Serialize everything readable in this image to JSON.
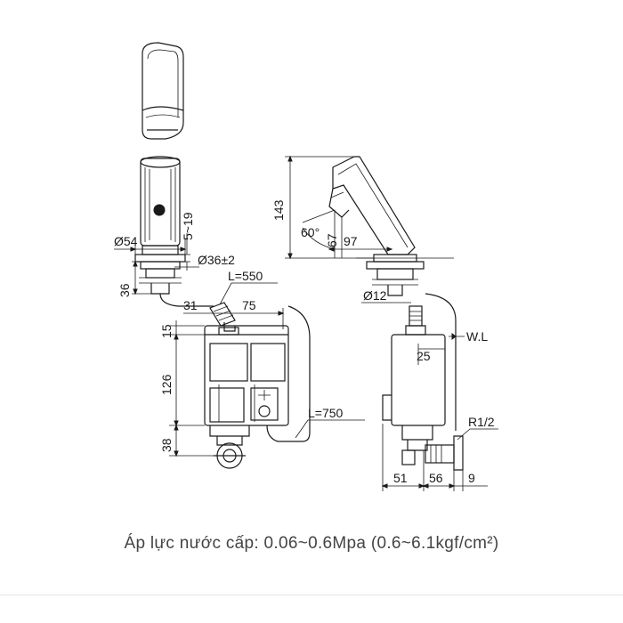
{
  "dimensions": {
    "d54": "Ø54",
    "d5_19": "5~19",
    "d36pm2": "Ø36±2",
    "d36": "36",
    "l550": "L=550",
    "d31": "31",
    "d75": "75",
    "d15": "15",
    "d126": "126",
    "d38": "38",
    "l750": "L=750",
    "d143": "143",
    "d60": "60°",
    "d67": "67",
    "d97": "97",
    "d12": "Ø12",
    "wl": "W.L",
    "d25": "25",
    "r12": "R1/2",
    "d51": "51",
    "d56": "56",
    "d9": "9"
  },
  "caption": "Áp lực nước cấp: 0.06~0.6Mpa (0.6~6.1kgf/cm²)",
  "colors": {
    "line": "#1a1a1a",
    "caption": "#444444"
  }
}
